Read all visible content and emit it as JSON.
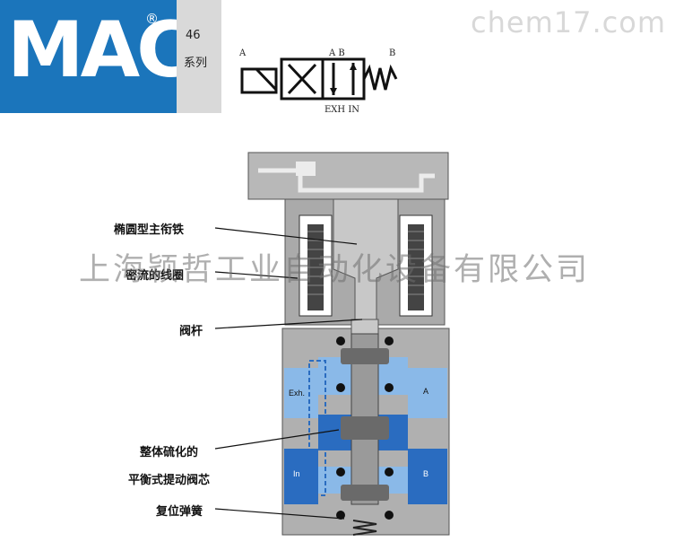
{
  "brand": {
    "logo_text": "MAC",
    "registered_mark": "®"
  },
  "series": {
    "number": "46",
    "label": "系列"
  },
  "watermark": {
    "top": "chem17.com",
    "middle": "上海颖哲工业自动化设备有限公司"
  },
  "symbol": {
    "port_a_left": "A",
    "port_ab": "A  B",
    "port_b_right": "B",
    "exh_in": "EXH  IN"
  },
  "ports": {
    "exh": "Exh.",
    "a": "A",
    "in": "In",
    "b": "B"
  },
  "callouts": {
    "armature": "椭圆型主衔铁",
    "coil": "密流的线圈",
    "stem": "阀杆",
    "spool_line1": "整体硫化的",
    "spool_line2": "平衡式提动阀芯",
    "spring": "复位弹簧"
  },
  "colors": {
    "brand_blue": "#1b75bb",
    "port_light_blue": "#8ab9e8",
    "port_dark_blue": "#2a6cc0",
    "body_gray": "#b0b0b0"
  }
}
